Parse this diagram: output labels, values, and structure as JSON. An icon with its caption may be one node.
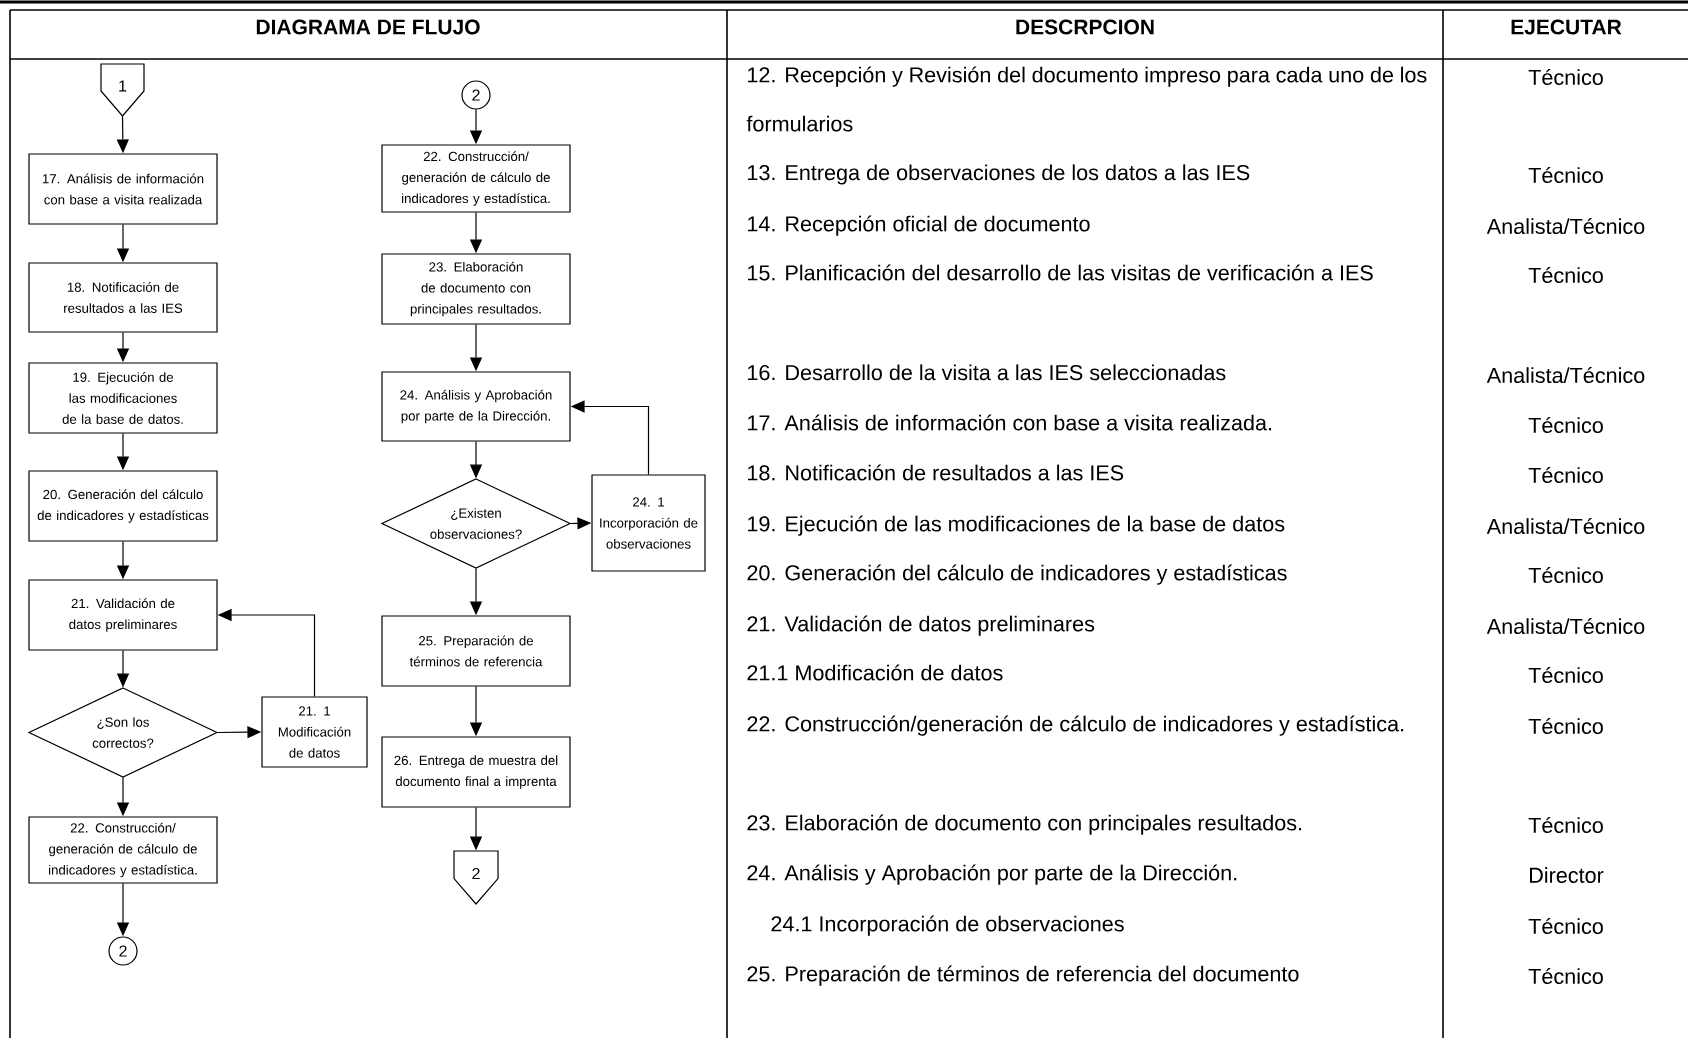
{
  "diagram": {
    "nodes": [
      {
        "text": [
          "1"
        ]
      },
      {
        "text": [
          "17. Análisis de información con base a visita realizada"
        ]
      },
      {
        "text": [
          "18. Notificación de resultados a las IES"
        ]
      },
      {
        "text": [
          "19. Ejecución de las modificaciones de la base de datos."
        ]
      },
      {
        "text": [
          "20. Generación del cálculo de indicadores y estadísticas"
        ]
      },
      {
        "text": [
          "21. Validación de datos preliminares"
        ]
      },
      {
        "text": [
          "¿Son los correctos?"
        ]
      },
      {
        "text": [
          "21. 1 Modificación de datos"
        ]
      },
      {
        "text": [
          "22. Construcción/ generación de cálculo de indicadores y estadística."
        ]
      },
      {
        "text": [
          "2"
        ]
      },
      {
        "text": [
          "2"
        ]
      },
      {
        "text": [
          "22. Construcción/ generación de cálculo de indicadores y estadística."
        ]
      },
      {
        "text": [
          "23. Elaboración de documento con principales resultados."
        ]
      },
      {
        "text": [
          "24. Análisis y Aprobación por parte de la Dirección."
        ]
      },
      {
        "text": [
          "¿Existen observaciones?"
        ]
      },
      {
        "text": [
          "24. 1 Incorporación de observaciones"
        ]
      },
      {
        "text": [
          "25. Preparación de términos de referencia"
        ]
      },
      {
        "text": [
          "26. Entrega de muestra del documento final a imprenta"
        ]
      },
      {
        "text": [
          "2"
        ]
      }
    ],
    "edges": [
      {
        "from": 0,
        "to": 1,
        "arrow": "to"
      },
      {
        "from": 1,
        "to": 2,
        "arrow": "to"
      },
      {
        "from": 2,
        "to": 3,
        "arrow": "to"
      },
      {
        "from": 3,
        "to": 4,
        "arrow": "to"
      },
      {
        "from": 4,
        "to": 5,
        "arrow": "to"
      },
      {
        "from": 5,
        "to": 6,
        "arrow": "to"
      },
      {
        "from": 6,
        "to": 7,
        "arrow": "to"
      },
      {
        "from": 7,
        "to": 5,
        "arrow": "to"
      },
      {
        "from": 6,
        "to": 8,
        "arrow": "to"
      },
      {
        "from": 8,
        "to": 9,
        "arrow": "to"
      },
      {
        "from": 10,
        "to": 11,
        "arrow": "to"
      },
      {
        "from": 11,
        "to": 12,
        "arrow": "to"
      },
      {
        "from": 12,
        "to": 13,
        "arrow": "to"
      },
      {
        "from": 13,
        "to": 14,
        "arrow": "to"
      },
      {
        "from": 14,
        "to": 15,
        "arrow": "to"
      },
      {
        "from": 15,
        "to": 13,
        "arrow": "to"
      },
      {
        "from": 14,
        "to": 16,
        "arrow": "to"
      },
      {
        "from": 16,
        "to": 17,
        "arrow": "to"
      },
      {
        "from": 17,
        "to": 18,
        "arrow": "to"
      }
    ],
    "labels": [
      "DIAGRAMA DE FLUJO",
      "DESCRPCION",
      "EJECUTAR",
      "12. Recepción y Revisión del documento impreso para cada uno de los formularios",
      "Técnico",
      "13. Entrega de observaciones de los datos a las IES",
      "Técnico",
      "14. Recepción oficial de documento",
      "Analista/Técnico",
      "15. Planificación del desarrollo de las visitas de verificación a IES",
      "Técnico",
      "16. Desarrollo de la visita a las IES seleccionadas",
      "Analista/Técnico",
      "17. Análisis de información con base a visita realizada.",
      "Técnico",
      "18. Notificación de resultados a las IES",
      "Técnico",
      "19. Ejecución de las modificaciones de la base de datos",
      "Analista/Técnico",
      "20. Generación del cálculo de indicadores y estadísticas",
      "Técnico",
      "21. Validación de datos preliminares",
      "Analista/Técnico",
      "21.1 Modificación de datos",
      "Técnico",
      "22. Construcción/generación de cálculo de indicadores y estadística.",
      "Técnico",
      "23. Elaboración de documento con principales resultados.",
      "Técnico",
      "24. Análisis y Aprobación por parte de la Dirección.",
      "Director",
      "24.1 Incorporación de observaciones",
      "Técnico",
      "25. Preparación de  términos de referencia del documento",
      "Técnico"
    ]
  }
}
